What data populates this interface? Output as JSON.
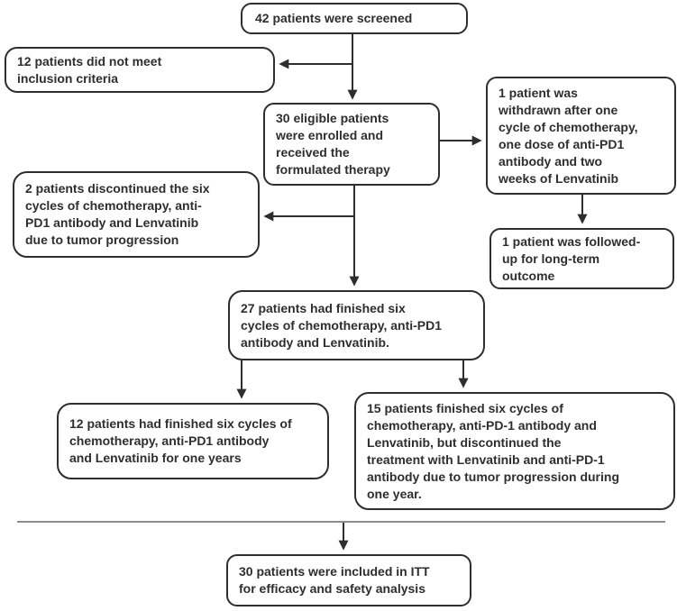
{
  "diagram": {
    "type": "flowchart",
    "description": "Patient enrollment and follow-up flow diagram",
    "colors": {
      "line": "#2e2e2e",
      "text": "#2e2e2e",
      "separator": "#8c8c8c",
      "background": "#ffffff"
    },
    "nodes": [
      {
        "id": "screened",
        "text": "42 patients were screened"
      },
      {
        "id": "excluded",
        "text": "12 patients did not meet\ninclusion criteria"
      },
      {
        "id": "enrolled",
        "text": "30 eligible patients\nwere enrolled and\nreceived the\nformulated therapy"
      },
      {
        "id": "withdrawn",
        "text": "1 patient was\nwithdrawn after one\ncycle of chemotherapy,\none dose of anti-PD1\nantibody and two\nweeks of Lenvatinib"
      },
      {
        "id": "discontinued",
        "text": "2 patients discontinued the six\ncycles of chemotherapy, anti-\nPD1 antibody and Lenvatinib\ndue to tumor progression"
      },
      {
        "id": "followed_up",
        "text": "1 patient was followed-\nup for long-term\noutcome"
      },
      {
        "id": "finished_six_cycles",
        "text": "27 patients had finished six\ncycles of chemotherapy, anti-PD1\nantibody and Lenvatinib."
      },
      {
        "id": "finished_one_year",
        "text": "12 patients had finished six cycles of\nchemotherapy, anti-PD1 antibody\nand Lenvatinib for one years"
      },
      {
        "id": "discontinued_during_year",
        "text": "15 patients finished six cycles of\nchemotherapy, anti-PD-1 antibody and\nLenvatinib, but discontinued the\ntreatment with Lenvatinib and anti-PD-1\nantibody due to tumor progression during\none year."
      },
      {
        "id": "itt_analysis",
        "text": "30 patients were included in ITT\nfor efficacy and safety analysis"
      }
    ],
    "edges": [
      {
        "from": "screened",
        "to": "enrolled"
      },
      {
        "from": "screened",
        "to": "excluded"
      },
      {
        "from": "enrolled",
        "to": "withdrawn"
      },
      {
        "from": "enrolled",
        "to": "finished_six_cycles"
      },
      {
        "from": "enrolled",
        "to": "discontinued"
      },
      {
        "from": "withdrawn",
        "to": "followed_up"
      },
      {
        "from": "finished_six_cycles",
        "to": "finished_one_year"
      },
      {
        "from": "finished_six_cycles",
        "to": "discontinued_during_year"
      },
      {
        "from": "separator",
        "to": "itt_analysis"
      }
    ]
  }
}
